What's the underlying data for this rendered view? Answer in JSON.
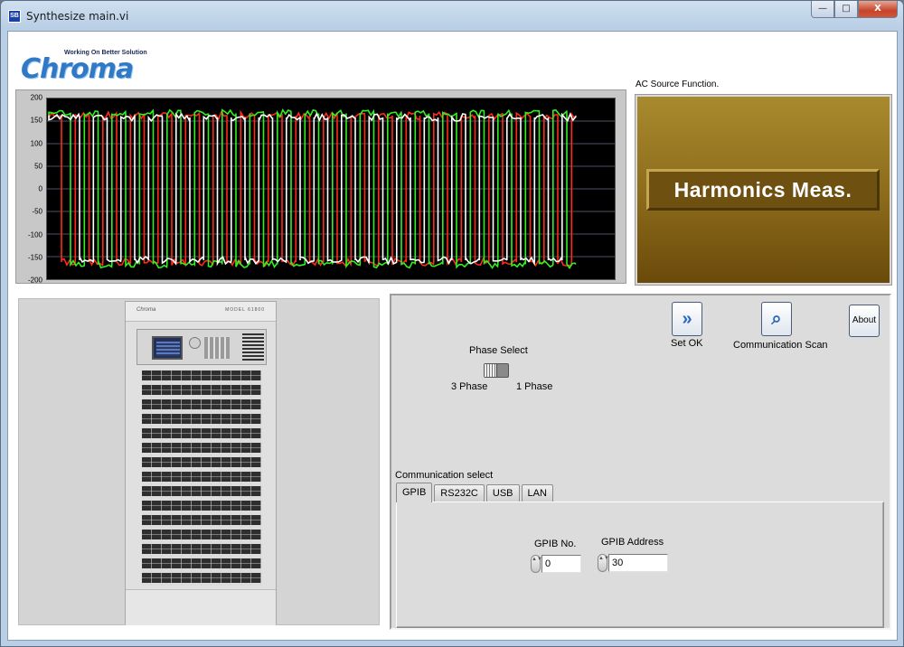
{
  "window": {
    "title": "Synthesize main.vi",
    "icon_text": "SB",
    "minimize_glyph": "—",
    "maximize_glyph": "□",
    "close_glyph": "X"
  },
  "logo": {
    "word": "Chroma",
    "tagline": "Working On Better Solution"
  },
  "graph": {
    "y_ticks": [
      "200",
      "150",
      "100",
      "50",
      "0",
      "-50",
      "-100",
      "-150",
      "-200"
    ],
    "colors": {
      "background": "#000000",
      "grid": "#9aa3c8",
      "series_red": "#ff2a1a",
      "series_white": "#ffffff",
      "series_green": "#33ee22"
    }
  },
  "ac_source": {
    "label": "AC Source Function.",
    "display": "Harmonics Meas."
  },
  "device": {
    "brand": "Chroma",
    "model": "MODEL 61800"
  },
  "controls": {
    "set_ok": {
      "glyph": "»",
      "label": "Set OK"
    },
    "comm_scan": {
      "glyph": "⌕",
      "label": "Communication Scan"
    },
    "about": {
      "label": "About"
    },
    "phase": {
      "label": "Phase Select",
      "option_left": "3 Phase",
      "option_right": "1 Phase"
    },
    "comm": {
      "label": "Communication select",
      "tabs": [
        "GPIB",
        "RS232C",
        "USB",
        "LAN"
      ],
      "active_tab": "GPIB",
      "gpib_no_label": "GPIB No.",
      "gpib_no_value": "0",
      "gpib_address_label": "GPIB Address",
      "gpib_address_value": "30",
      "spinner_glyph": "▲▼"
    }
  }
}
